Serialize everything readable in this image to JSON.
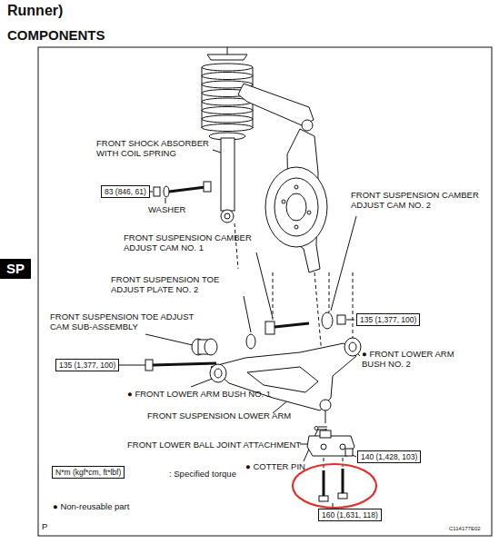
{
  "diagram": {
    "title": "COMPONENTS",
    "nodes": [
      {
        "text": [
          "83 (846, 61)"
        ]
      },
      {
        "text": [
          "SP"
        ]
      },
      {
        "text": [
          "135 (1,377, 100)"
        ]
      },
      {
        "text": [
          "135 (1,377, 100)"
        ]
      },
      {
        "text": [
          "140 (1,428, 103)"
        ]
      },
      {
        "text": [
          "N*m (kgf*cm, ft*lbf)"
        ]
      },
      {
        "text": [
          "160 (1,631, 118)"
        ]
      }
    ],
    "labels": [
      "Runner)",
      "FRONT SHOCK ABSORBER WITH COIL SPRING",
      "WASHER",
      "FRONT SUSPENSION CAMBER ADJUST CAM NO. 2",
      "FRONT SUSPENSION CAMBER ADJUST CAM NO. 1",
      "FRONT SUSPENSION TOE ADJUST PLATE NO. 2",
      "FRONT SUSPENSION TOE ADJUST CAM SUB-ASSEMBLY",
      "● FRONT LOWER ARM BUSH NO. 2",
      "● FRONT LOWER ARM BUSH NO. 1",
      "FRONT SUSPENSION LOWER ARM",
      "FRONT LOWER BALL JOINT ATTACHMENT",
      "● COTTER PIN",
      ": Specified torque",
      "● Non-reusable part",
      "P",
      "C114177E02"
    ]
  }
}
